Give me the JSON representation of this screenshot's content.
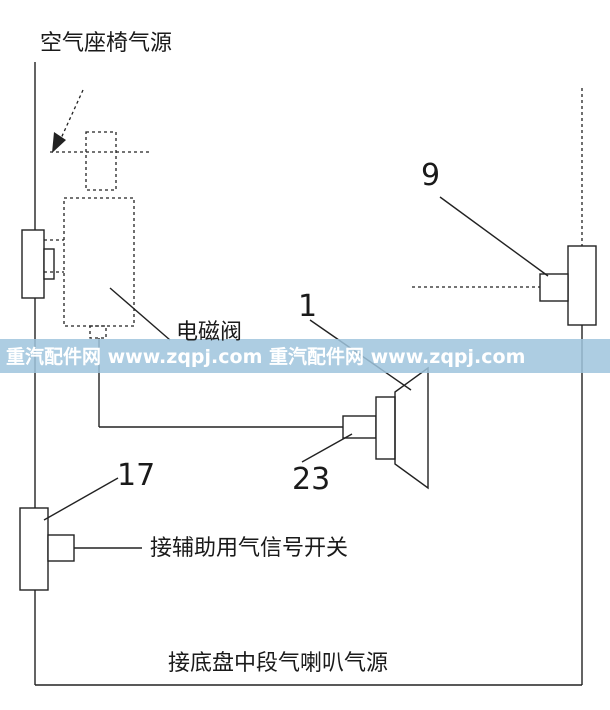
{
  "labels": {
    "top_left": "空气座椅气源",
    "solenoid": "电磁阀",
    "auxiliary": "接辅助用气信号开关",
    "bottom": "接底盘中段气喇叭气源"
  },
  "callouts": {
    "n9": "9",
    "n1": "1",
    "n23": "23",
    "n17": "17"
  },
  "watermark": {
    "text": "重汽配件网  www.zqpj.com  重汽配件网  www.zqpj.com",
    "color": "#9fc4dd"
  }
}
